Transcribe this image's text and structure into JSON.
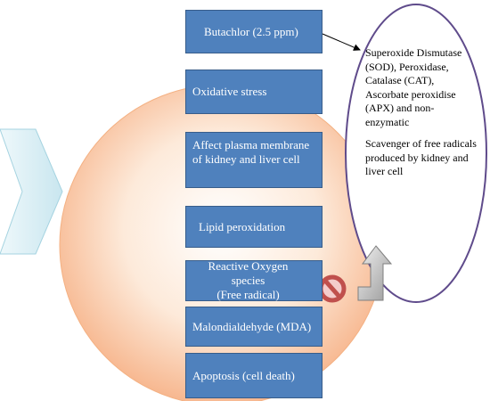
{
  "steps": [
    {
      "id": "butachlor",
      "label": "Butachlor (2.5 ppm)"
    },
    {
      "id": "oxidative-stress",
      "label": "Oxidative stress"
    },
    {
      "id": "affect-membrane",
      "label": "Affect plasma membrane of kidney and liver cell"
    },
    {
      "id": "lipid-peroxidation",
      "label": "Lipid peroxidation"
    },
    {
      "id": "ros",
      "label": "Reactive Oxygen species",
      "sublabel": "(Free radical)"
    },
    {
      "id": "mda",
      "label": "Malondialdehyde (MDA)"
    },
    {
      "id": "apoptosis",
      "label": "Apoptosis (cell death)"
    }
  ],
  "antioxidants": {
    "enzymes": "Superoxide Dismutase (SOD), Peroxidase, Catalase (CAT), Ascorbate peroxidise (APX) and non-enzymatic",
    "role": "Scavenger of free radicals produced by kidney and liver cell"
  },
  "icons": {
    "inhibit": "prohibition-icon",
    "feedback_arrow": "u-turn-arrow-icon",
    "connector": "arrow-icon",
    "left_chevron": "chevron-shape"
  },
  "colors": {
    "box_fill": "#4f81bd",
    "box_border": "#385d8a",
    "circle_center": "#fdeada",
    "circle_edge": "#f7b78f",
    "oval_border": "#5f4b8b",
    "chevron": "#daeef3"
  }
}
